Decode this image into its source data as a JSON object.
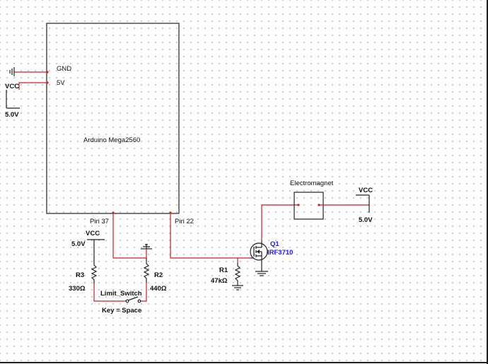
{
  "mcu": {
    "name": "Arduino Mega2560",
    "pins": {
      "gnd": "GND",
      "v5": "5V",
      "pin37": "Pin 37",
      "pin22": "Pin 22"
    }
  },
  "power_left": {
    "net": "VCC",
    "voltage": "5.0V"
  },
  "power_vcc2": {
    "net": "VCC",
    "voltage": "5.0V"
  },
  "power_right": {
    "net": "VCC",
    "voltage": "5.0V"
  },
  "r1": {
    "ref": "R1",
    "value": "47kΩ"
  },
  "r2": {
    "ref": "R2",
    "value": "440Ω"
  },
  "r3": {
    "ref": "R3",
    "value": "330Ω"
  },
  "switch": {
    "ref": "Limit_Switch",
    "key": "Key = Space"
  },
  "q1": {
    "ref": "Q1",
    "part": "IRF3710"
  },
  "magnet": {
    "name": "Electromagnet"
  },
  "colors": {
    "wire": "#cc2222",
    "component": "#222222",
    "ref_highlight": "#1a1aff",
    "grid": "#9a9a9a"
  }
}
